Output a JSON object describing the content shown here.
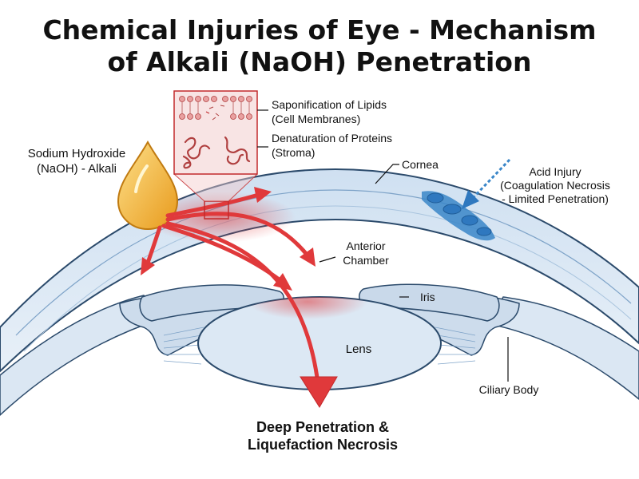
{
  "title": {
    "line1": "Chemical Injuries of Eye - Mechanism",
    "line2": "of Alkali (NaOH) Penetration"
  },
  "labels": {
    "naoh_line1": "Sodium Hydroxide",
    "naoh_line2": "(NaOH) - Alkali",
    "saponification_line1": "Saponification of Lipids",
    "saponification_line2": "(Cell Membranes)",
    "denaturation_line1": "Denaturation of Proteins",
    "denaturation_line2": "(Stroma)",
    "cornea": "Cornea",
    "acid_line1": "Acid Injury",
    "acid_line2": "(Coagulation Necrosis",
    "acid_line3": "- Limited Penetration)",
    "anterior_line1": "Anterior",
    "anterior_line2": "Chamber",
    "iris": "Iris",
    "lens": "Lens",
    "ciliary_body": "Ciliary Body",
    "deep_line1": "Deep Penetration &",
    "deep_line2": "Liquefaction Necrosis"
  },
  "colors": {
    "alkali_arrow": "#e0393b",
    "alkali_drop": "#f4b63a",
    "acid": "#3a86c8",
    "tissue": "#d6e4f2",
    "outline": "#2b4a6b"
  }
}
